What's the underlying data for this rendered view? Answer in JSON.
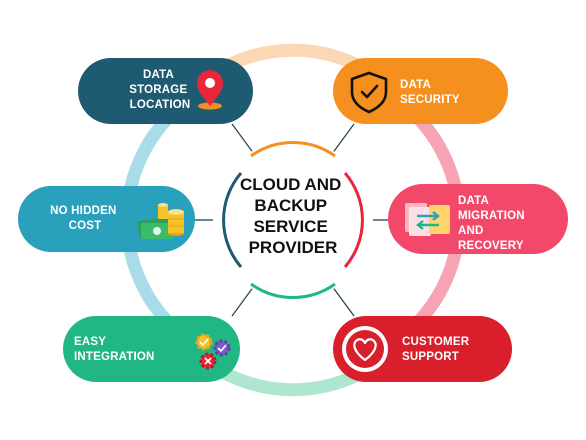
{
  "center": {
    "lines": [
      "CLOUD AND",
      "BACKUP",
      "SERVICE",
      "PROVIDER"
    ]
  },
  "nodes": [
    {
      "id": "data-storage-location",
      "lines": [
        "DATA",
        "STORAGE",
        "LOCATION"
      ],
      "color": "#1f5a73",
      "icon": "location-pin-icon"
    },
    {
      "id": "data-security",
      "lines": [
        "DATA",
        "SECURITY"
      ],
      "color": "#f5901e",
      "icon": "shield-check-icon"
    },
    {
      "id": "no-hidden-cost",
      "lines": [
        "NO HIDDEN",
        "COST"
      ],
      "color": "#2aa1bc",
      "icon": "money-coins-icon"
    },
    {
      "id": "data-migration-recovery",
      "lines": [
        "DATA",
        "MIGRATION",
        "AND",
        "RECOVERY"
      ],
      "color": "#f2496a",
      "icon": "file-transfer-icon"
    },
    {
      "id": "easy-integration",
      "lines": [
        "EASY",
        "INTEGRATION"
      ],
      "color": "#21b784",
      "icon": "gears-icon"
    },
    {
      "id": "customer-support",
      "lines": [
        "CUSTOMER",
        "SUPPORT"
      ],
      "color": "#d91f2b",
      "icon": "heart-icon"
    }
  ],
  "ring_colors": {
    "top": "#fbd7b5",
    "right": "#f6a3b3",
    "bottom": "#aee6cf",
    "left": "#a9dce8"
  }
}
